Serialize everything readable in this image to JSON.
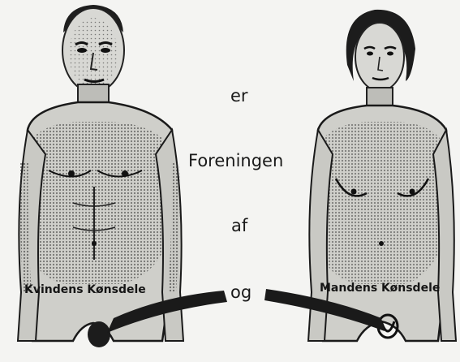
{
  "caption_words": {
    "er": "er",
    "foreningen": "Foreningen",
    "af": "af",
    "og": "og"
  },
  "figure_labels": {
    "left": "Kvindens Kønsdele",
    "right": "Mandens Kønsdele"
  }
}
